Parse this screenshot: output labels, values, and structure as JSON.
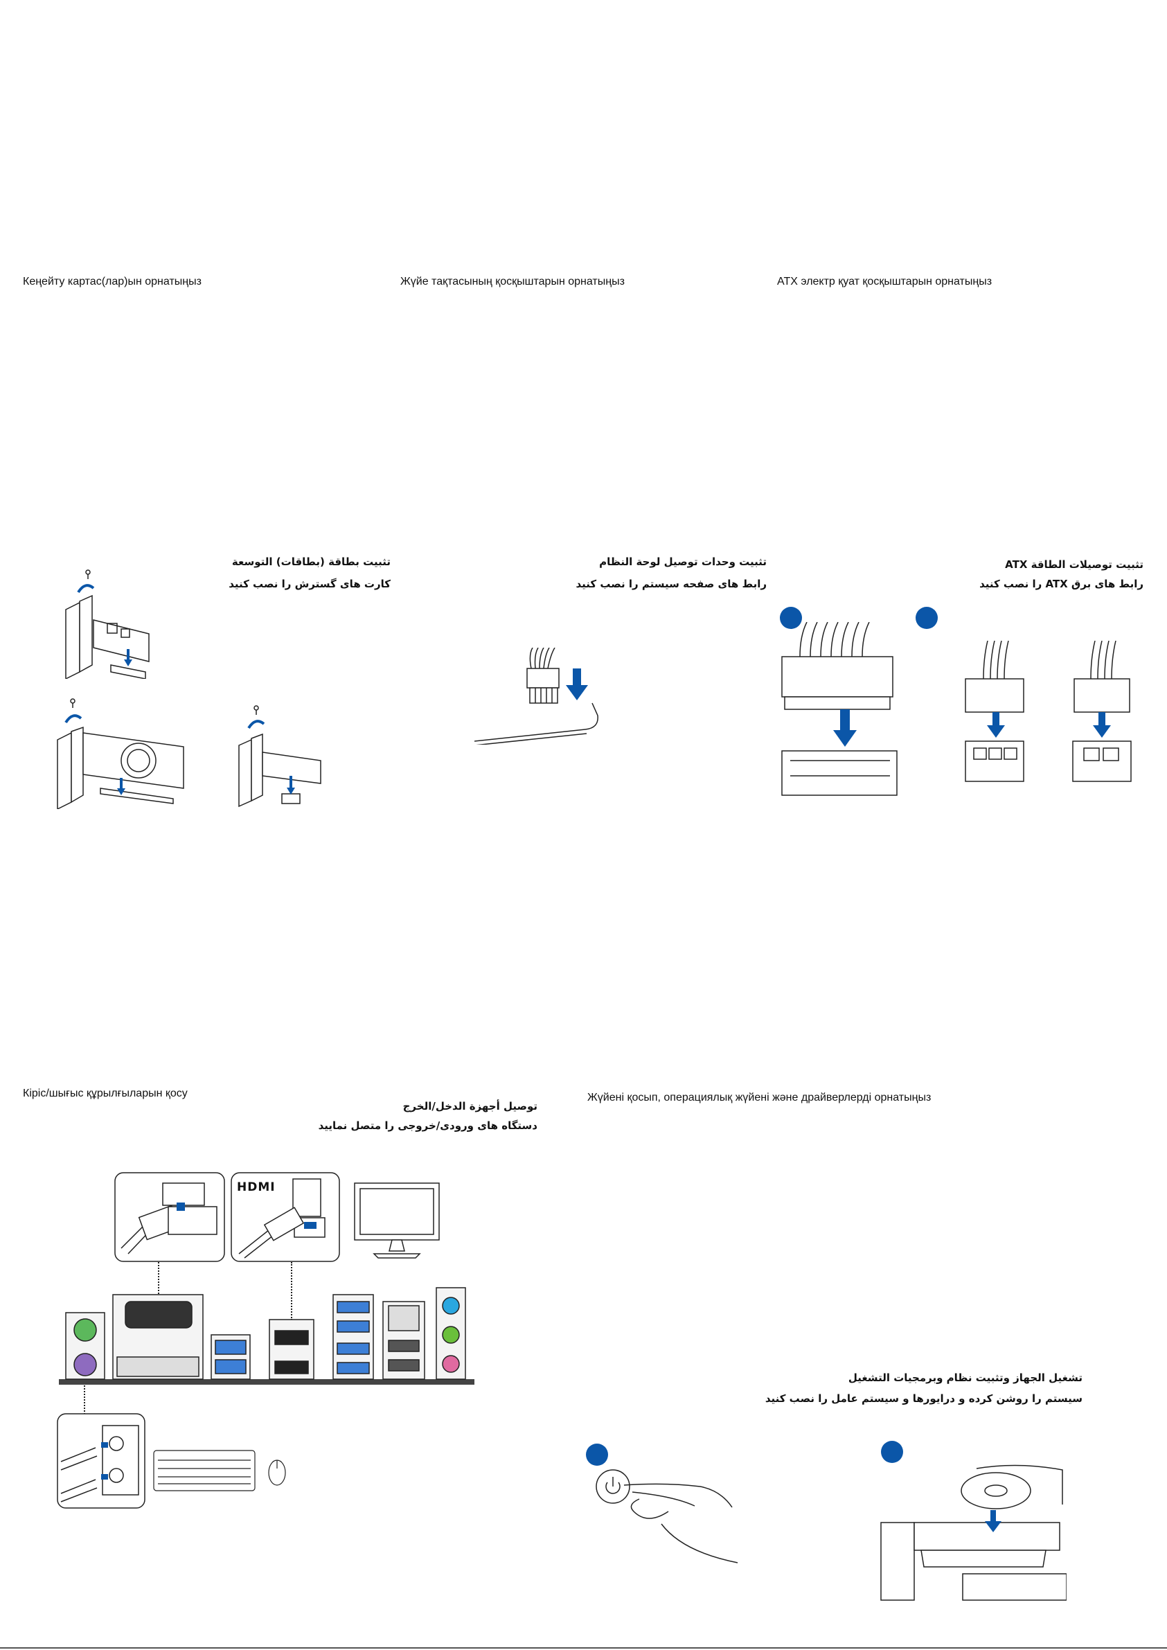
{
  "sections": {
    "expansion": {
      "title_kk": "Кеңейту картас(лар)ын орнатыңыз",
      "title_ar": "تثبيت بطاقة (بطاقات) التوسعة",
      "title_fa": "کارت های گسترش را نصب کنید"
    },
    "panel": {
      "title_kk": "Жүйе тақтасының қосқыштарын орнатыңыз",
      "title_ar": "تثبيت وحدات توصيل لوحة النظام",
      "title_fa": "رابط های صفحه سیستم را نصب کنید"
    },
    "atx": {
      "title_kk": "ATX электр қуат қосқыштарын орнатыңыз",
      "title_ar": "تثبيت توصيلات الطاقة ATX",
      "title_fa": "رابط های برق ATX را نصب کنید"
    },
    "io": {
      "title_kk": "Кіріс/шығыс құрылғыларын қосу",
      "title_ar": "توصيل أجهزة الدخل/الخرج",
      "title_fa": "دستگاه های ورودی/خروجی را متصل نمایید",
      "hdmi_logo": "HDMI"
    },
    "power_os": {
      "title_kk": "Жүйені қосып, операциялық жүйені және драйверлерді орнатыңыз",
      "title_ar": "تشغيل الجهاز وتثبيت نظام وبرمجيات التشغيل",
      "title_fa": "سیستم را روشن کرده و درایورها و سیستم عامل را نصب کنید"
    }
  },
  "colors": {
    "accent_blue": "#0b56a8",
    "ps2_green": "#5cb85c",
    "ps2_purple": "#8e6bbf",
    "usb_blue": "#3d7fd6",
    "audio_blue": "#2aa7e0",
    "audio_green": "#6abf3b",
    "audio_pink": "#e06aa0"
  }
}
